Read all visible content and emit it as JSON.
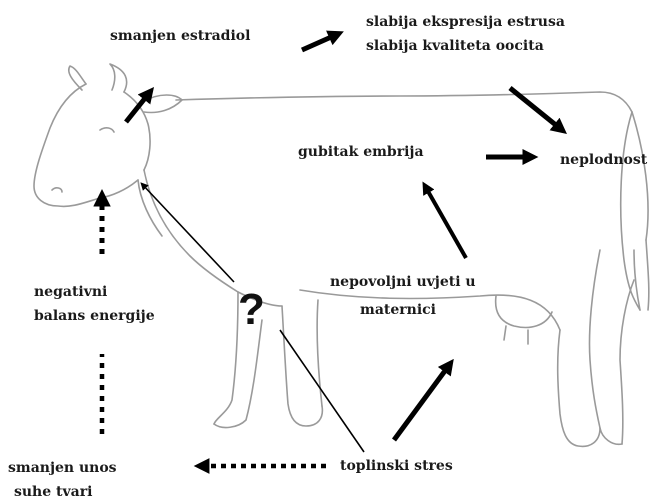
{
  "labels": {
    "reduced_estradiol": "smanjen estradiol",
    "weaker_estrus_line1": "slabija ekspresija estrusa",
    "weaker_estrus_line2": "slabija kvaliteta oocita",
    "embryo_loss": "gubitak embrija",
    "infertility": "neplodnost",
    "neb_line1": "negativni",
    "neb_line2": "balans energije",
    "uterine_line1": "nepovoljni uvjeti u",
    "uterine_line2": "maternici",
    "question_mark": "?",
    "reduced_intake_line1": "smanjen unos",
    "reduced_intake_line2": "suhe tvari",
    "heat_stress": "toplinski stres"
  },
  "colors": {
    "outline": "#9a9a9a",
    "arrow": "#000000",
    "text": "#1a1a1a"
  },
  "icons": {
    "cow": "cow-outline-drawing"
  }
}
